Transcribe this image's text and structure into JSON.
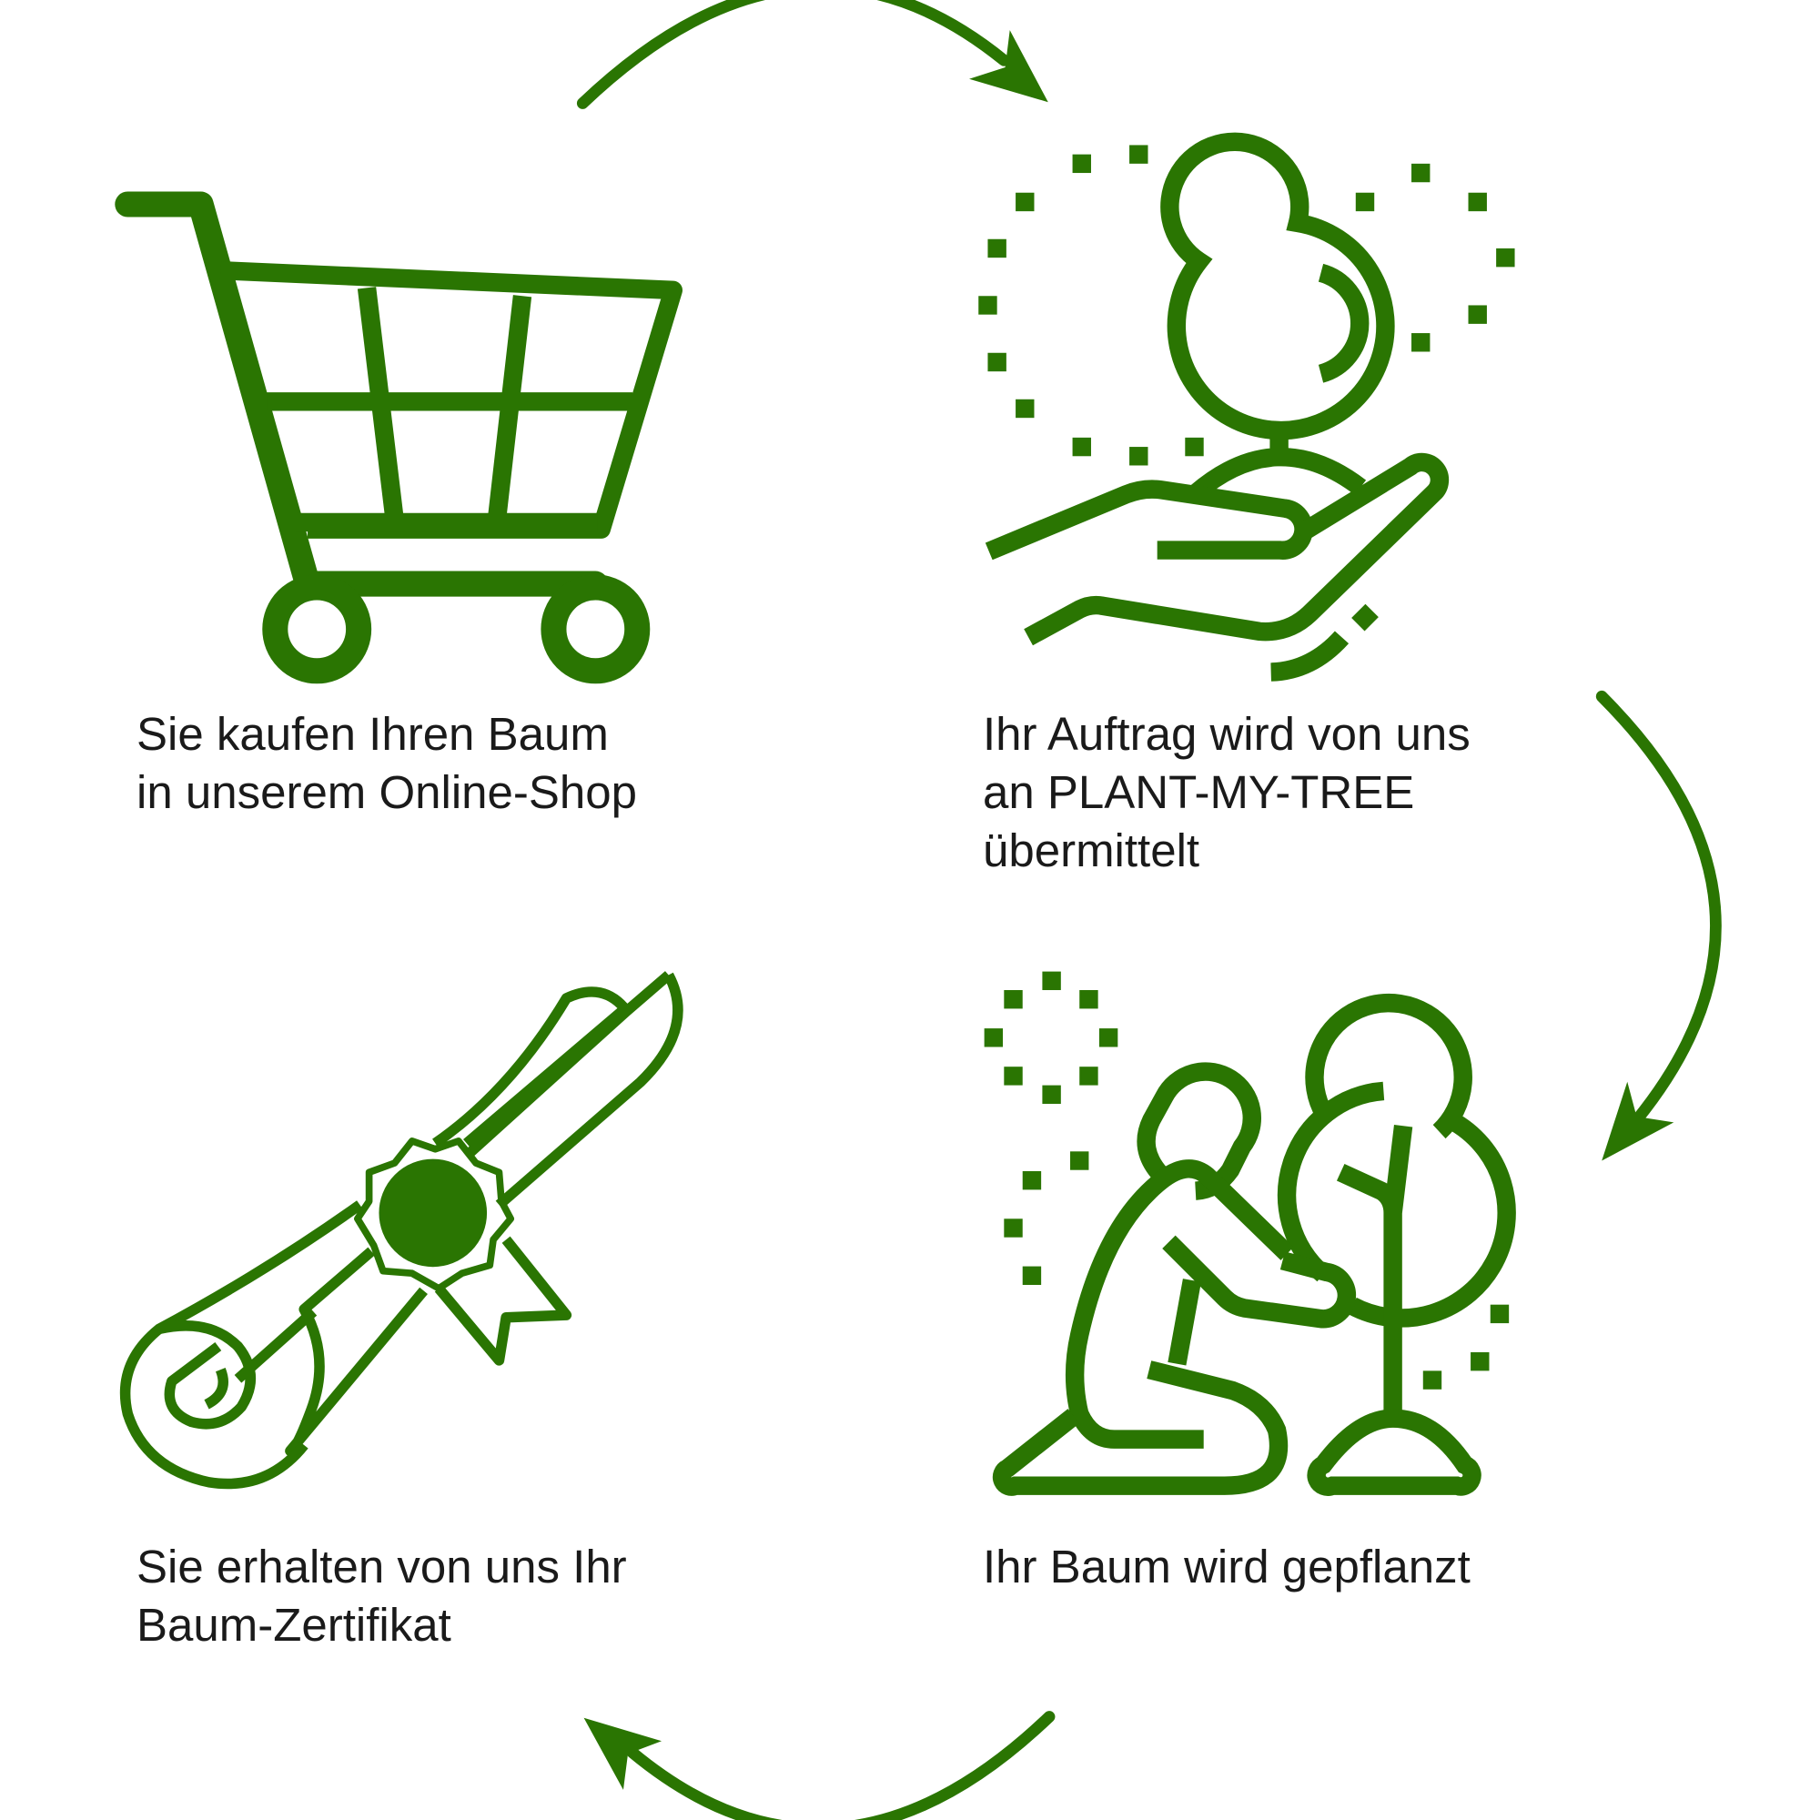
{
  "accent_color": "#2a7502",
  "steps": [
    {
      "text": "Sie kaufen Ihren Baum\nin unserem Online-Shop",
      "icon": "shopping-cart-icon"
    },
    {
      "text": "Ihr Auftrag wird von uns\nan PLANT-MY-TREE\nübermittelt",
      "icon": "hand-holding-tree-icon"
    },
    {
      "text": "Ihr Baum wird gepflanzt",
      "icon": "person-planting-tree-icon"
    },
    {
      "text": "Sie erhalten von uns Ihr\nBaum-Zertifikat",
      "icon": "certificate-scroll-icon"
    }
  ]
}
